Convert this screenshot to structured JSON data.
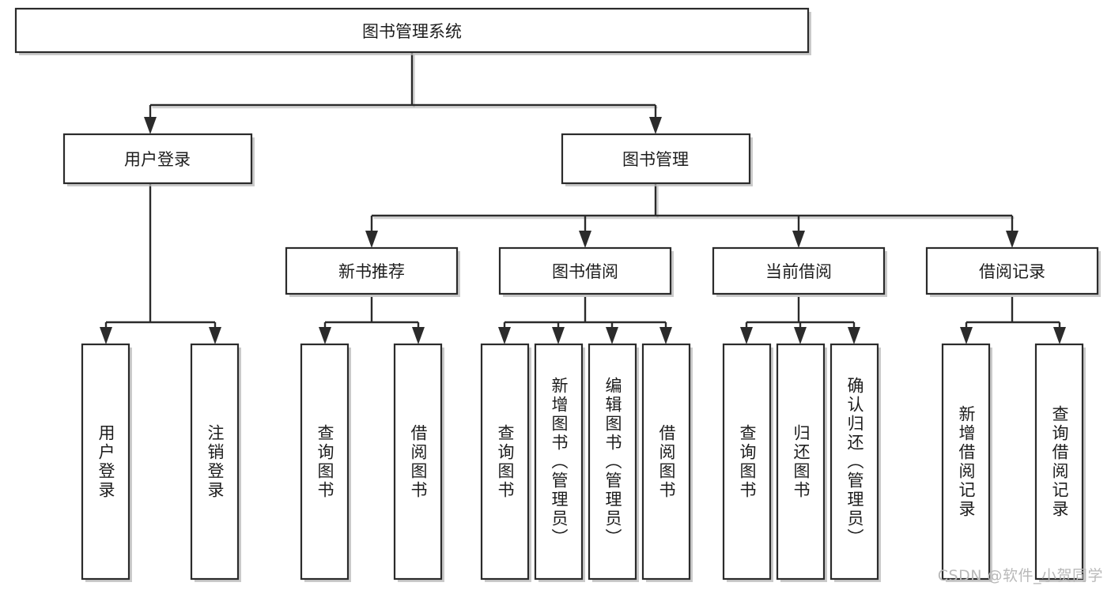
{
  "diagram": {
    "type": "tree",
    "title": "图书管理系统",
    "watermark": "CSDN @软件_小贺同学",
    "colors": {
      "stroke": "#2b2b2b",
      "fill": "#ffffff",
      "shadow": "#b8b8b8",
      "text": "#1d1d1d",
      "watermark": "#b9b9b9"
    },
    "root": {
      "label": "图书管理系统"
    },
    "level2": [
      {
        "label": "用户登录"
      },
      {
        "label": "图书管理"
      }
    ],
    "level3": [
      {
        "label": "新书推荐"
      },
      {
        "label": "图书借阅"
      },
      {
        "label": "当前借阅"
      },
      {
        "label": "借阅记录"
      }
    ],
    "leaves": {
      "user_login": [
        {
          "label": "用户登录"
        },
        {
          "label": "注销登录"
        }
      ],
      "new_book": [
        {
          "label": "查询图书"
        },
        {
          "label": "借阅图书"
        }
      ],
      "book_borrow": [
        {
          "label": "查询图书"
        },
        {
          "label": "新增图书（管理员）"
        },
        {
          "label": "编辑图书（管理员）"
        },
        {
          "label": "借阅图书"
        }
      ],
      "current_borrow": [
        {
          "label": "查询图书"
        },
        {
          "label": "归还图书"
        },
        {
          "label": "确认归还（管理员）"
        }
      ],
      "borrow_record": [
        {
          "label": "新增借阅记录"
        },
        {
          "label": "查询借阅记录"
        }
      ]
    }
  }
}
